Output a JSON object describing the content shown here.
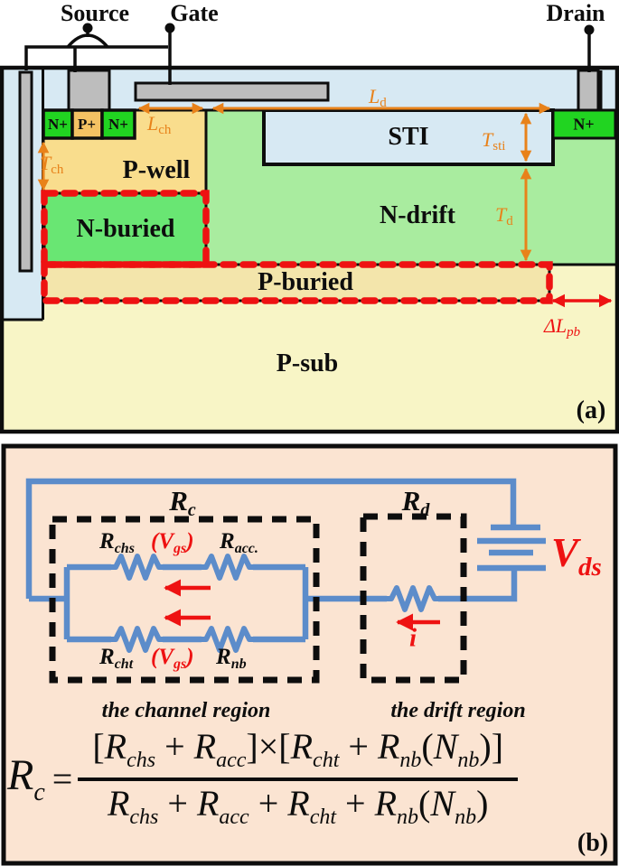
{
  "colors": {
    "oxide_blue": "#d7e9f3",
    "contact_gray": "#bdbdbd",
    "nplus_green": "#21d421",
    "pplus_orange": "#f4c263",
    "pwell_yellow": "#f9dd8d",
    "nburied_green": "#69e673",
    "ndrift_green": "#a9ec9f",
    "pburied_tan": "#f3e5ab",
    "psub_yellow": "#f8f5c6",
    "panelb_bg": "#fbe4d2",
    "wire_blue": "#5c8cca",
    "accent_orange": "#e8821a",
    "accent_red": "#ee1212",
    "ink_black": "#0d0d0d"
  },
  "panel_a": {
    "label": "(a)",
    "terminals": {
      "source": "Source",
      "gate": "Gate",
      "drain": "Drain"
    },
    "regions": {
      "nplus_source": "N+",
      "pplus": "P+",
      "nplus_channel": "N+",
      "pwell": "P-well",
      "sti": "STI",
      "nplus_drain": "N+",
      "nburied": "N-buried",
      "ndrift": "N-drift",
      "pburied": "P-buried",
      "psub": "P-sub"
    },
    "dimensions": {
      "lch": {
        "base": "L",
        "sub": "ch"
      },
      "ld": {
        "base": "L",
        "sub": "d"
      },
      "tch": {
        "base": "T",
        "sub": "ch"
      },
      "tsti": {
        "base": "T",
        "sub": "sti"
      },
      "td": {
        "base": "T",
        "sub": "d"
      },
      "dlpb": {
        "base": "ΔL",
        "sub": "pb"
      }
    }
  },
  "panel_b": {
    "label": "(b)",
    "rc": {
      "base": "R",
      "sub": "c"
    },
    "rd": {
      "base": "R",
      "sub": "d"
    },
    "rchs": {
      "base": "R",
      "sub": "chs"
    },
    "racc": {
      "base": "R",
      "sub": "acc."
    },
    "rcht": {
      "base": "R",
      "sub": "cht"
    },
    "rnb": {
      "base": "R",
      "sub": "nb"
    },
    "vgs_top": {
      "pre": "(",
      "base": "V",
      "sub": "gs",
      "post": ")"
    },
    "vgs_bottom": {
      "pre": "(",
      "base": "V",
      "sub": "gs",
      "post": ")"
    },
    "vds": {
      "base": "V",
      "sub": "ds"
    },
    "current_label": "i",
    "channel_caption": "the channel region",
    "drift_caption": "the drift region",
    "equation": {
      "lhs": {
        "base": "R",
        "sub": "c"
      },
      "equals": "=",
      "numerator": [
        {
          "t": "[",
          "s": ""
        },
        {
          "t": "R",
          "s": "chs"
        },
        {
          "t": " + ",
          "s": ""
        },
        {
          "t": "R",
          "s": "acc"
        },
        {
          "t": "]×[",
          "s": ""
        },
        {
          "t": "R",
          "s": "cht"
        },
        {
          "t": " + ",
          "s": ""
        },
        {
          "t": "R",
          "s": "nb"
        },
        {
          "t": "(",
          "s": ""
        },
        {
          "t": "N",
          "s": "nb"
        },
        {
          "t": ")]",
          "s": ""
        }
      ],
      "denominator": [
        {
          "t": "R",
          "s": "chs"
        },
        {
          "t": " + ",
          "s": ""
        },
        {
          "t": "R",
          "s": "acc"
        },
        {
          "t": " + ",
          "s": ""
        },
        {
          "t": "R",
          "s": "cht"
        },
        {
          "t": " + ",
          "s": ""
        },
        {
          "t": "R",
          "s": "nb"
        },
        {
          "t": "(",
          "s": ""
        },
        {
          "t": "N",
          "s": "nb"
        },
        {
          "t": ")",
          "s": ""
        }
      ]
    }
  }
}
